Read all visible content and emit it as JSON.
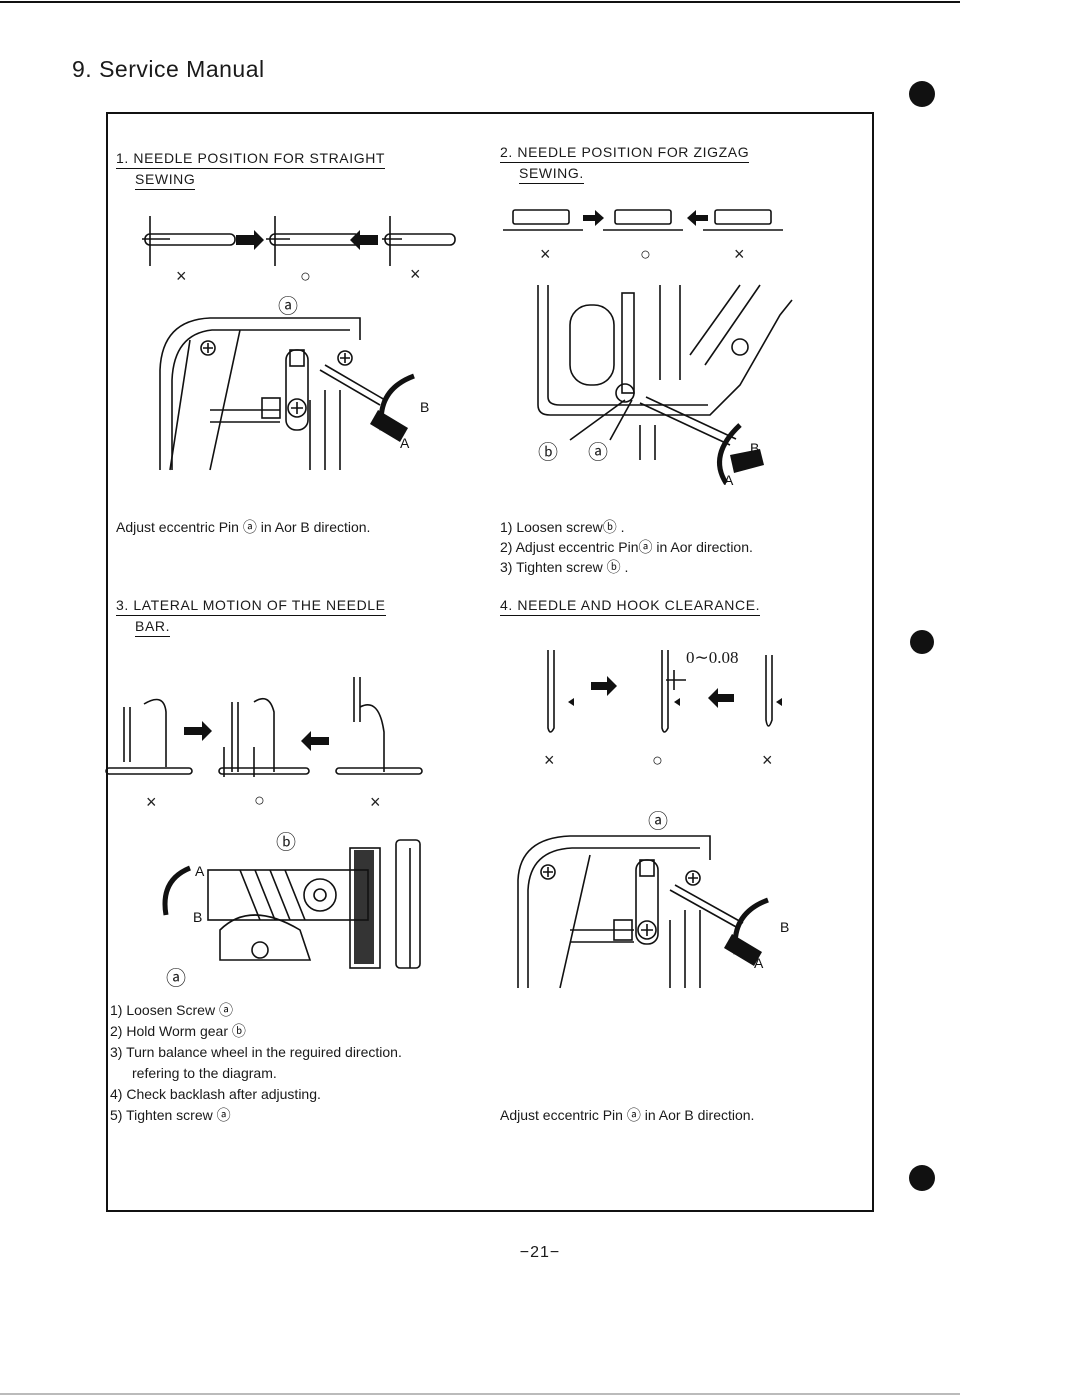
{
  "page": {
    "title": "9. Service Manual",
    "page_number": "−21−"
  },
  "sections": [
    {
      "heading_line1": "1. NEEDLE POSITION FOR STRAIGHT",
      "heading_line2": "SEWING",
      "marks": [
        "×",
        "○",
        "×"
      ],
      "callouts": [
        "ⓐ",
        "B",
        "A"
      ],
      "caption": "Adjust eccentric Pin ⓐ in Aor B direction."
    },
    {
      "heading_line1": "2. NEEDLE POSITION FOR ZIGZAG",
      "heading_line2": "SEWING.",
      "marks": [
        "×",
        "○",
        "×"
      ],
      "callouts": [
        "ⓑ",
        "ⓐ",
        "B",
        "A"
      ],
      "steps": [
        "1)  Loosen screwⓑ .",
        "2)  Adjust eccentric Pinⓐ in Aor direction.",
        "3)  Tighten screw ⓑ ."
      ]
    },
    {
      "heading_line1": "3. LATERAL MOTION OF THE NEEDLE",
      "heading_line2": "BAR.",
      "marks": [
        "×",
        "○",
        "×"
      ],
      "callouts": [
        "ⓑ",
        "A",
        "B",
        "ⓐ"
      ],
      "steps": [
        "1)  Loosen Screw ⓐ",
        "2)  Hold Worm gear ⓑ",
        "3)  Turn balance wheel in the reguired direction.",
        "refering to the diagram.",
        "4)  Check backlash after adjusting.",
        "5)  Tighten screw ⓐ"
      ]
    },
    {
      "heading_line1": "4. NEEDLE AND HOOK CLEARANCE.",
      "clearance_label": "0∼0.08",
      "marks": [
        "×",
        "○",
        "×"
      ],
      "callouts": [
        "ⓐ",
        "B",
        "A"
      ],
      "caption": "Adjust eccentric Pin ⓐ in Aor B direction."
    }
  ]
}
